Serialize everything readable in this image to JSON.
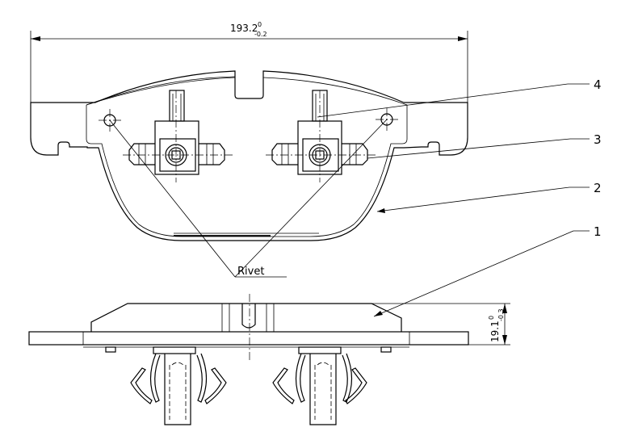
{
  "dimensions": {
    "width": {
      "value": "193.2",
      "upper_tol": "0",
      "lower_tol": "-0.2"
    },
    "thickness": {
      "value": "19.1",
      "upper_tol": "0",
      "lower_tol": "-0.3"
    }
  },
  "callouts": [
    "4",
    "3",
    "2",
    "1"
  ],
  "rivet_label": "Rivet"
}
